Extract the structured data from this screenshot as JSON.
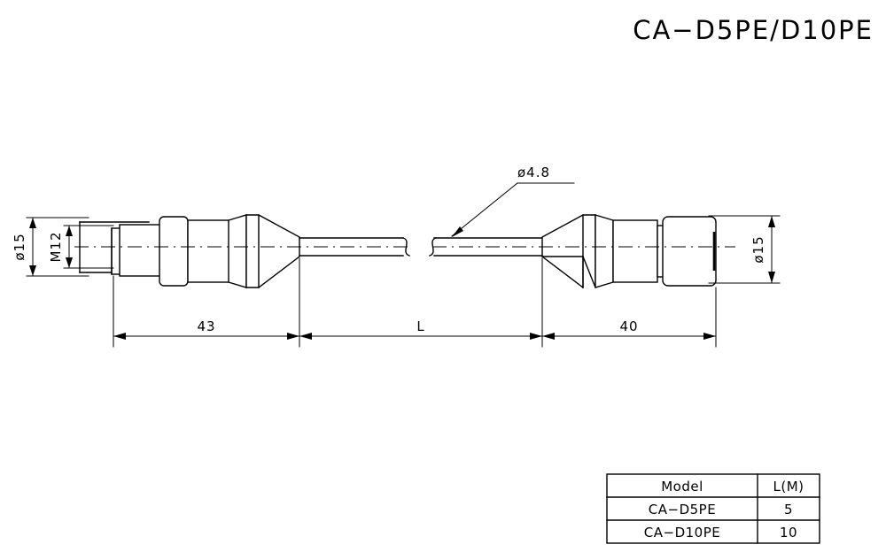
{
  "drawing": {
    "title": "CA−D5PE/D10PE",
    "dimensions": {
      "left_outer_diameter": "ø15",
      "left_thread": "M12",
      "right_outer_diameter": "ø15",
      "cable_diameter": "ø4.8",
      "left_length": "43",
      "cable_length": "L",
      "right_length": "40"
    },
    "colors": {
      "line": "#000000",
      "background": "#ffffff"
    }
  },
  "table": {
    "headers": [
      "Model",
      "L(M)"
    ],
    "rows": [
      {
        "model": "CA−D5PE",
        "length": "5"
      },
      {
        "model": "CA−D10PE",
        "length": "10"
      }
    ]
  }
}
